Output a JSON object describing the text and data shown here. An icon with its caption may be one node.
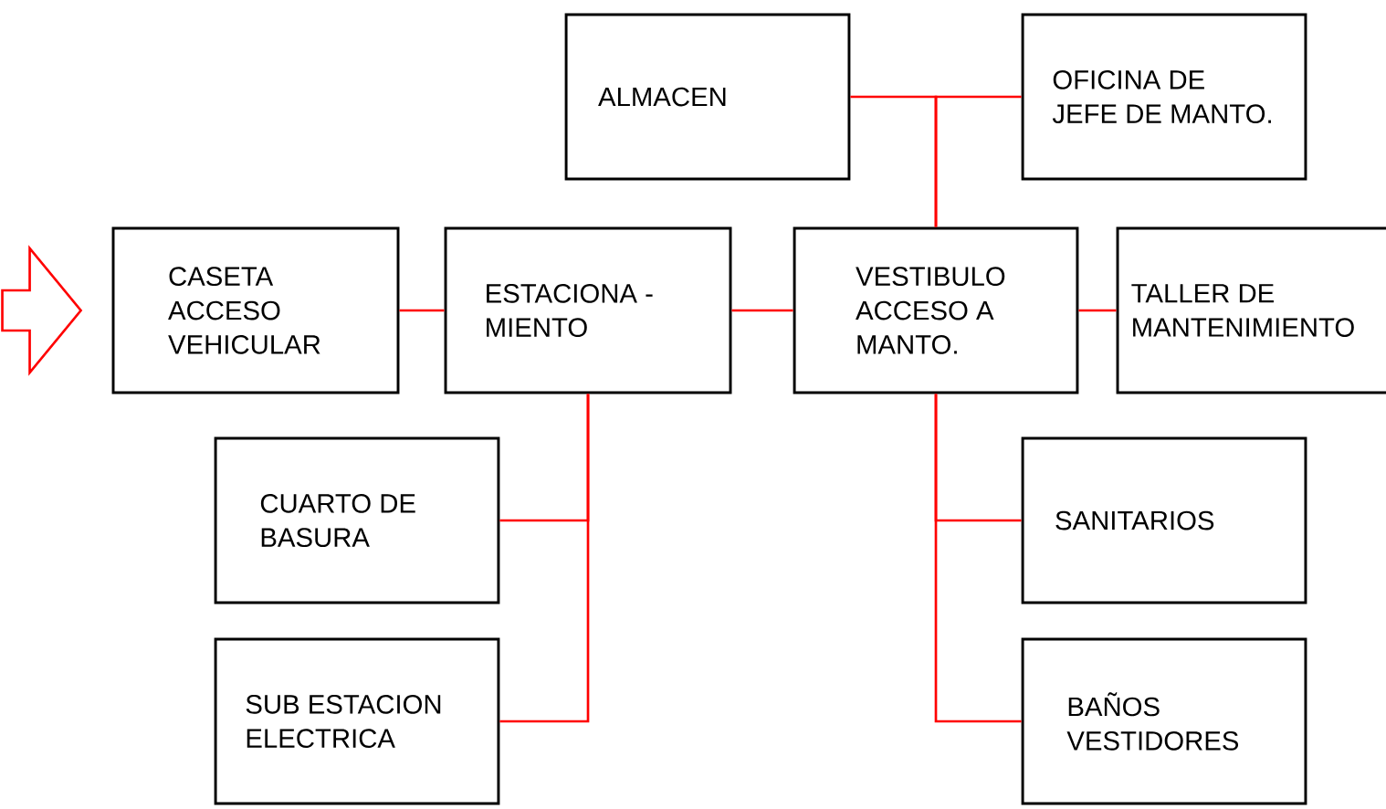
{
  "diagram": {
    "nodes": [
      {
        "text": [
          "ALMACEN"
        ]
      },
      {
        "text": [
          "OFICINA DE JEFE DE MANTO."
        ]
      },
      {
        "text": [
          "CASETA ACCESO VEHICULAR"
        ]
      },
      {
        "text": [
          "ESTACIONA - MIENTO"
        ]
      },
      {
        "text": [
          "VESTIBULO ACCESO A MANTO."
        ]
      },
      {
        "text": [
          "TALLER DE MANTENIMIENTO"
        ]
      },
      {
        "text": [
          "CUARTO DE BASURA"
        ]
      },
      {
        "text": [
          "SANITARIOS"
        ]
      },
      {
        "text": [
          "SUB ESTACION ELECTRICA"
        ]
      },
      {
        "text": [
          "BAÑOS VESTIDORES"
        ]
      }
    ],
    "edges": [
      {
        "from": null,
        "to": 2,
        "arrow": "to"
      },
      {
        "from": 2,
        "to": 3,
        "arrow": "none"
      },
      {
        "from": 3,
        "to": 4,
        "arrow": "none"
      },
      {
        "from": 4,
        "to": 5,
        "arrow": "none"
      },
      {
        "from": 4,
        "to": 0,
        "arrow": "none"
      },
      {
        "from": 4,
        "to": 1,
        "arrow": "none"
      },
      {
        "from": 3,
        "to": 6,
        "arrow": "none"
      },
      {
        "from": 3,
        "to": 8,
        "arrow": "none"
      },
      {
        "from": 4,
        "to": 7,
        "arrow": "none"
      },
      {
        "from": 4,
        "to": 9,
        "arrow": "none"
      }
    ]
  }
}
